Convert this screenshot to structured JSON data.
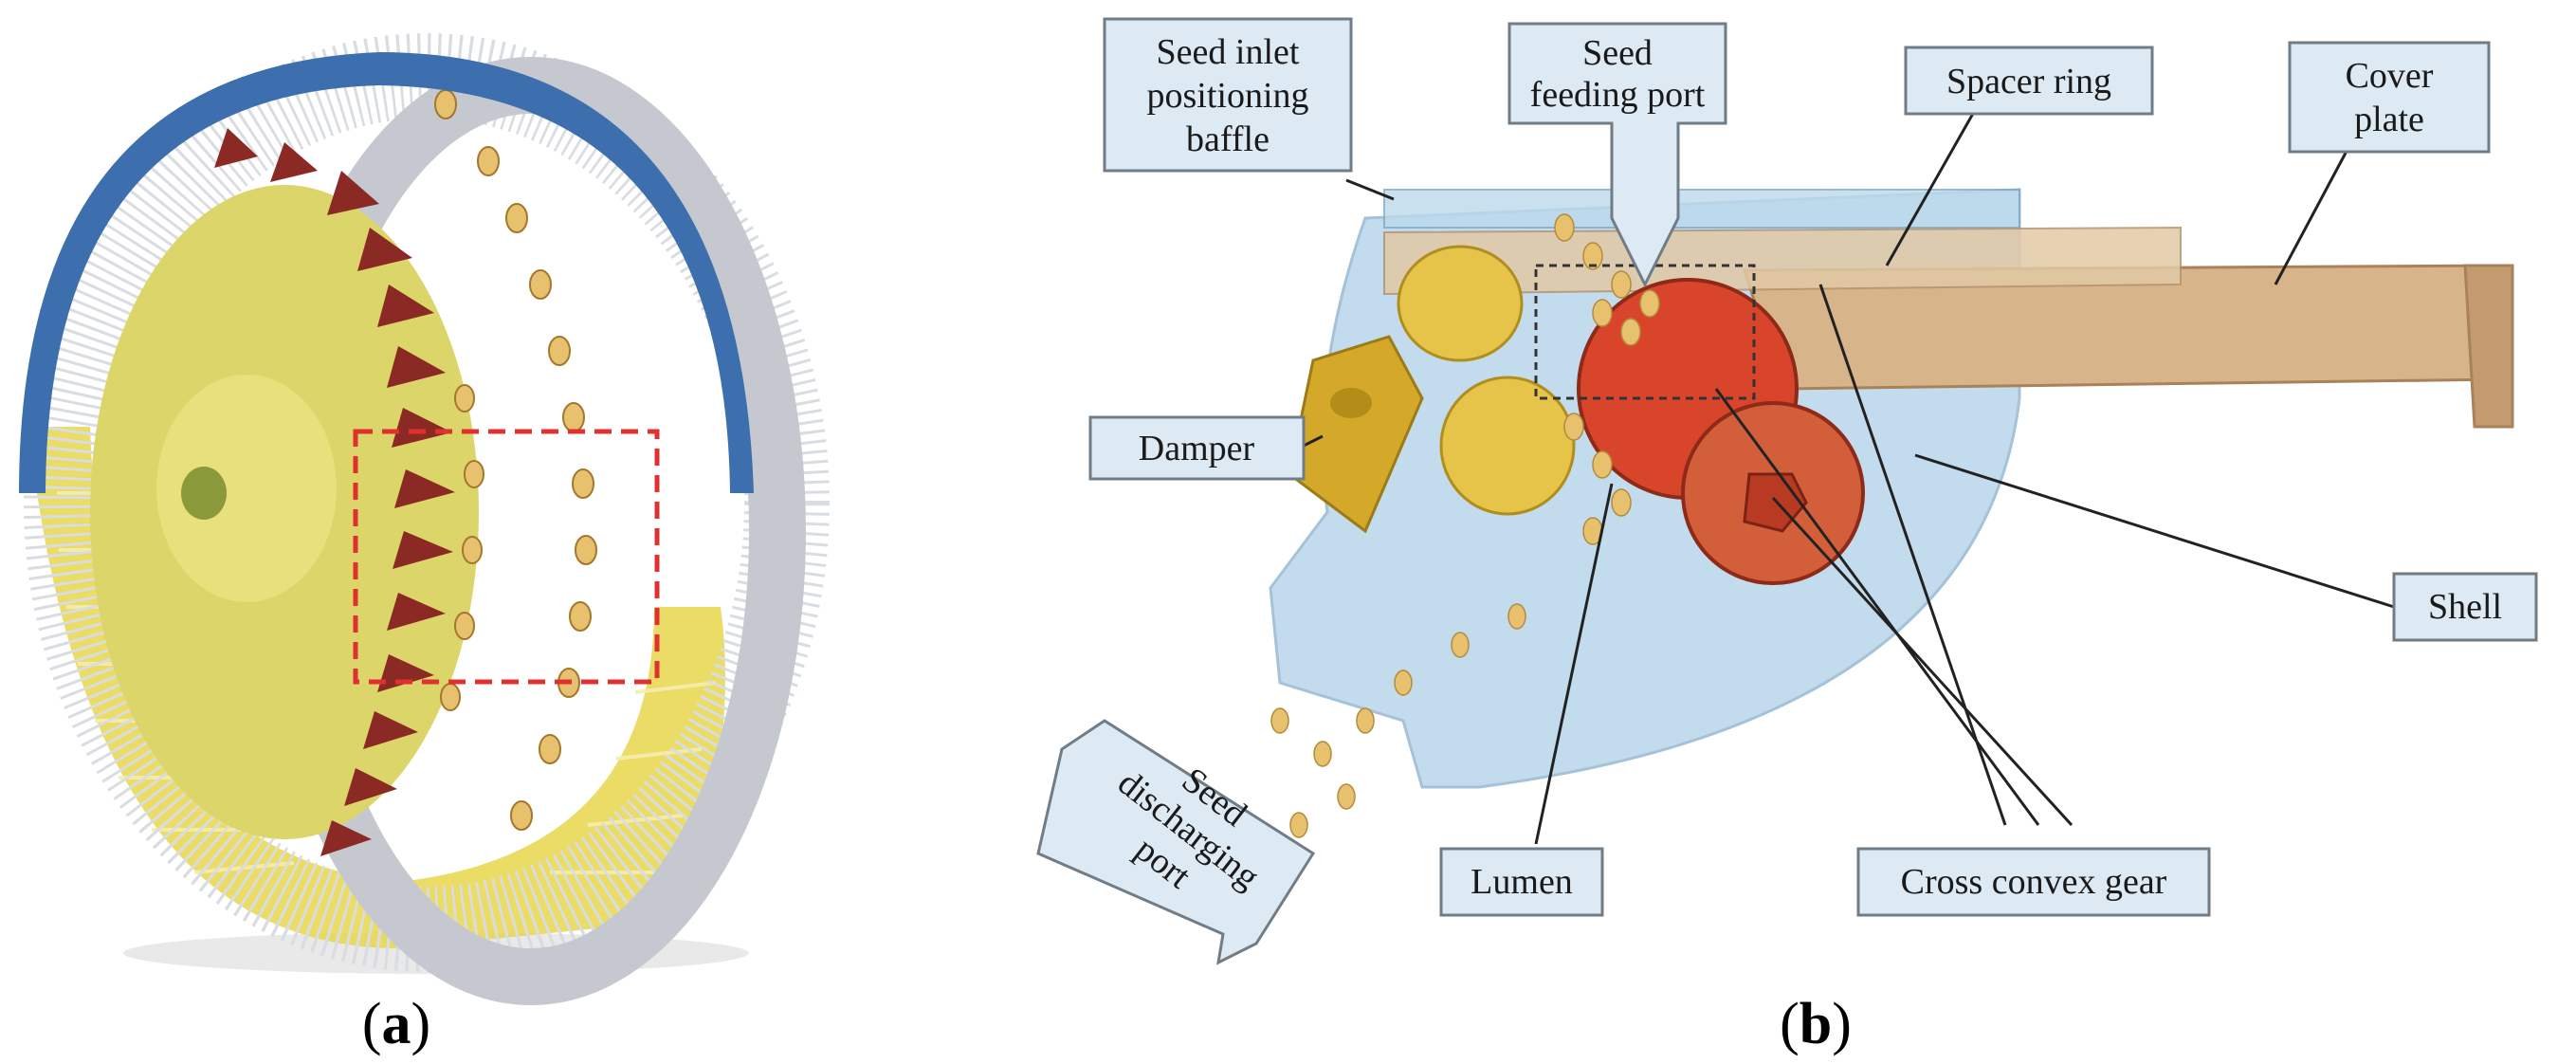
{
  "figure": {
    "panels": [
      {
        "id": "a",
        "open": "(",
        "letter": "a",
        "close": ")"
      },
      {
        "id": "b",
        "open": "(",
        "letter": "b",
        "close": ")"
      }
    ],
    "callouts": {
      "seed_inlet_baffle": [
        "Seed inlet",
        "positioning",
        "baffle"
      ],
      "seed_feeding_port": [
        "Seed",
        "feeding port"
      ],
      "spacer_ring": [
        "Spacer ring"
      ],
      "cover_plate": [
        "Cover",
        "plate"
      ],
      "damper": [
        "Damper"
      ],
      "shell": [
        "Shell"
      ],
      "seed_discharging_port": [
        "Seed",
        "discharging",
        "port"
      ],
      "lumen": [
        "Lumen"
      ],
      "cross_convex_gear": [
        "Cross convex gear"
      ]
    }
  },
  "colors": {
    "blue_rim": "#3d6fae",
    "yellow_rim": "#e6d64a",
    "hub": "#dcd56a",
    "teeth": "#8b2a24",
    "seeds": "#e8c16e",
    "grey_ring": "#c5c9cf",
    "shell_blue": "#a9cde6",
    "cover_tan": "#d7b48a",
    "gear_red": "#d9452b",
    "damper_gold": "#d4a92a",
    "callout_fill": "#dde9f3",
    "callout_stroke": "#707c86",
    "leader": "#222222",
    "dashed_red": "#e03030"
  }
}
